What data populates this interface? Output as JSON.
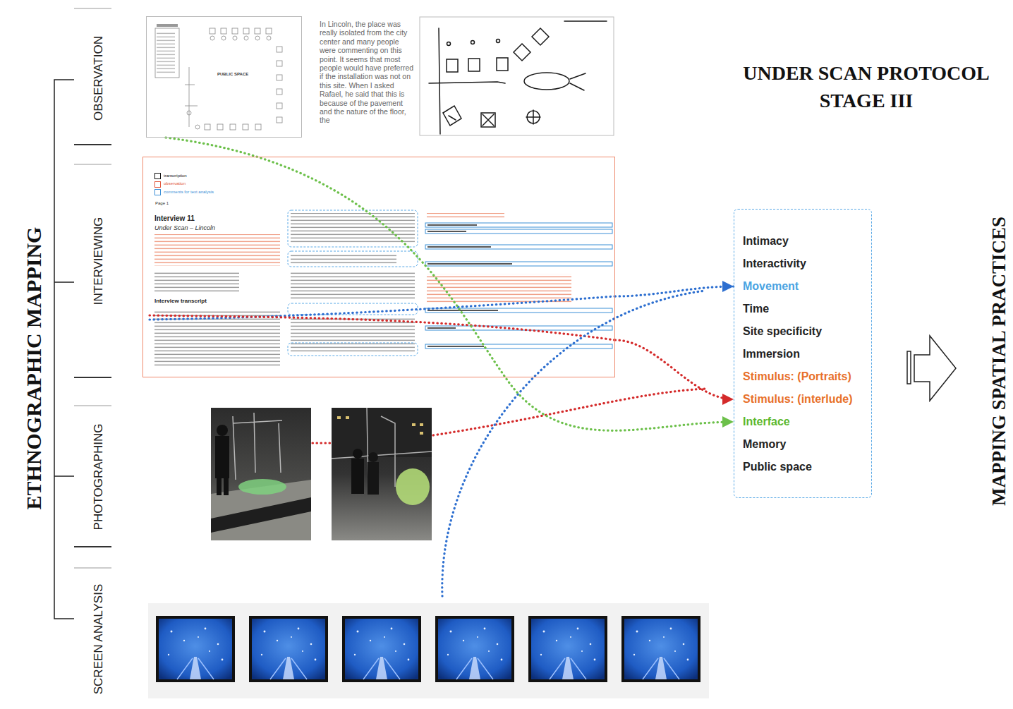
{
  "diagram": {
    "title": "UNDER SCAN PROTOCOL STAGE III",
    "nodes": [
      {
        "text": [
          "PUBLIC SPACE"
        ]
      },
      {
        "text": [
          "Page 1",
          "Interview 11",
          "Under Scan – Lincoln",
          "Interview transcript"
        ]
      },
      {
        "text": [
          "Intimacy",
          "Interactivity",
          "Movement",
          "Time",
          "Site specificity",
          "Immersion",
          "Stimulus: (Portraits)",
          "Stimulus: (interlude)",
          "Interface",
          "Memory",
          "Public space"
        ]
      }
    ],
    "edges": [
      {
        "from": 0,
        "to": 2,
        "arrow": "to"
      },
      {
        "from": 1,
        "to": 2,
        "arrow": "to"
      },
      {
        "from": 1,
        "to": 2,
        "arrow": "to"
      }
    ],
    "labels": [
      "ETHNOGRAPHIC MAPPING",
      "OBSERVATION",
      "INTERVIEWING",
      "PHOTOGRAPHING",
      "SCREEN ANALYSIS",
      "In Lincoln, the place was really isolated from the city center and many people were commenting on this point. It seems that most people would have preferred if the installation was not on this site. When I asked Rafael, he said that this is because of the pavement and the nature of the floor, the",
      "MAPPING SPATIAL PRACTICES"
    ],
    "legend": [
      {
        "text": "transcription"
      },
      {
        "text": "observation"
      },
      {
        "text": "comments for text analysis"
      }
    ]
  }
}
